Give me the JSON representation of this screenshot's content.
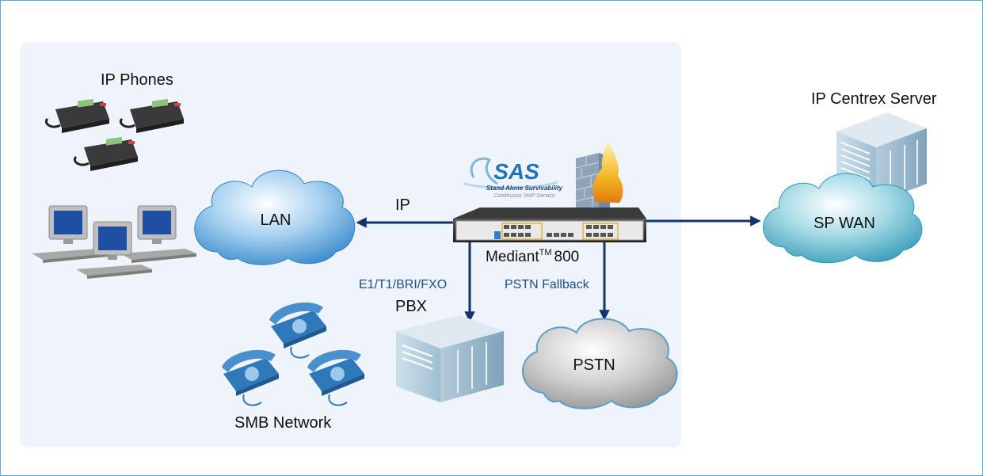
{
  "diagram": {
    "labels": {
      "ip_phones": "IP Phones",
      "ip_centrex_server": "IP Centrex Server",
      "lan": "LAN",
      "ip": "IP",
      "sp_wan": "SP WAN",
      "mediant": "Mediant",
      "mediant_tm": "TM",
      "mediant_model": "800",
      "e1_t1": "E1/T1/BRI/FXO",
      "pstn_fallback": "PSTN Fallback",
      "pbx": "PBX",
      "pstn": "PSTN",
      "smb_network": "SMB Network"
    },
    "sas_logo": {
      "title": "SAS",
      "line1": "Stand Alone Survivability",
      "line2": "Continuous VoIP Service"
    },
    "colors": {
      "frame": "#5aa9cf",
      "smb_panel": "#eef4f9",
      "arrow": "#13336b",
      "link_label": "#1c4e8c",
      "lan_cloud": "#3d8fd0",
      "wan_cloud": "#3a9fbd",
      "pstn_cloud": "#9a9a9a",
      "sas_blue": "#1f74b9"
    }
  }
}
